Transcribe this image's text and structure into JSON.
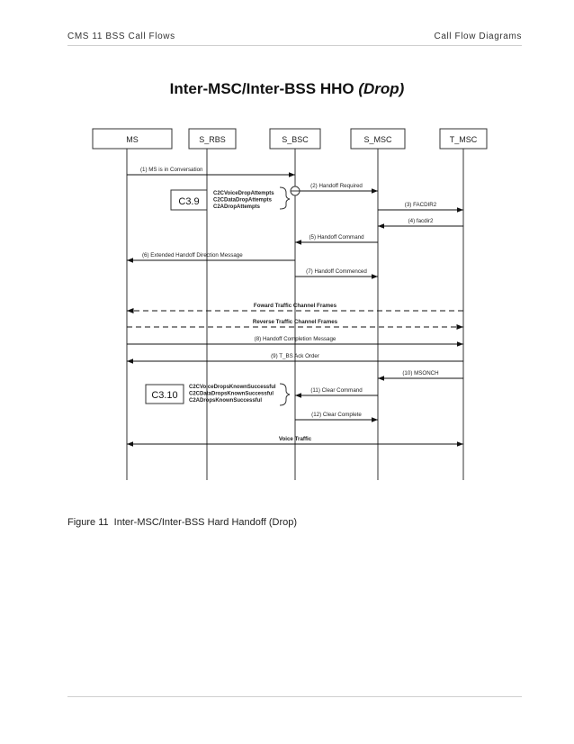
{
  "header": {
    "left": "CMS 11 BSS Call Flows",
    "right": "Call Flow Diagrams"
  },
  "title": {
    "main": "Inter-MSC/Inter-BSS HHO",
    "italic": "(Drop)"
  },
  "entities": [
    "MS",
    "S_RBS",
    "S_BSC",
    "S_MSC",
    "T_MSC"
  ],
  "messages": [
    {
      "label": "(1) MS is in Conversation",
      "from": "MS",
      "to": "S_BSC",
      "style": "solid"
    },
    {
      "label": "(2) Handoff Required",
      "from": "S_BSC",
      "to": "S_MSC",
      "style": "solid"
    },
    {
      "label": "(3) FACDIR2",
      "from": "S_MSC",
      "to": "T_MSC",
      "style": "solid"
    },
    {
      "label": "(4) facdir2",
      "from": "T_MSC",
      "to": "S_MSC",
      "style": "solid"
    },
    {
      "label": "(5) Handoff Command",
      "from": "S_MSC",
      "to": "S_BSC",
      "style": "solid"
    },
    {
      "label": "(6) Extended Handoff Direction Message",
      "from": "S_BSC",
      "to": "MS",
      "style": "solid"
    },
    {
      "label": "(7) Handoff Commenced",
      "from": "S_BSC",
      "to": "S_MSC",
      "style": "solid"
    },
    {
      "label": "Foward Traffic Channel Frames",
      "from": "T_MSC",
      "to": "MS",
      "style": "dashed",
      "bold": true
    },
    {
      "label": "Reverse Traffic Channel Frames",
      "from": "MS",
      "to": "T_MSC",
      "style": "dashed",
      "bold": true
    },
    {
      "label": "(8) Handoff Completion Message",
      "from": "MS",
      "to": "T_MSC",
      "style": "solid"
    },
    {
      "label": "(9) T_BS Ack Order",
      "from": "T_MSC",
      "to": "MS",
      "style": "solid"
    },
    {
      "label": "(10) MSONCH",
      "from": "T_MSC",
      "to": "S_MSC",
      "style": "solid"
    },
    {
      "label": "(11) Clear Command",
      "from": "S_MSC",
      "to": "S_BSC",
      "style": "solid"
    },
    {
      "label": "(12) Clear Complete",
      "from": "S_BSC",
      "to": "S_MSC",
      "style": "solid"
    },
    {
      "label": "Voice Traffic",
      "from": "MS",
      "to": "T_MSC",
      "style": "double",
      "bold": true
    }
  ],
  "counters": [
    {
      "id": "C3.9",
      "lines": [
        "C2CVoiceDropAttempts",
        "C2CDataDropAttempts",
        "C2ADropAttempts"
      ]
    },
    {
      "id": "C3.10",
      "lines": [
        "C2CVoiceDropsKnownSuccessful",
        "C2CDataDropsKnownSuccessful",
        "C2ADropsKnownSuccessful"
      ]
    }
  ],
  "caption": {
    "figure": "Figure 11",
    "text": "Inter-MSC/Inter-BSS Hard Handoff (Drop)"
  }
}
